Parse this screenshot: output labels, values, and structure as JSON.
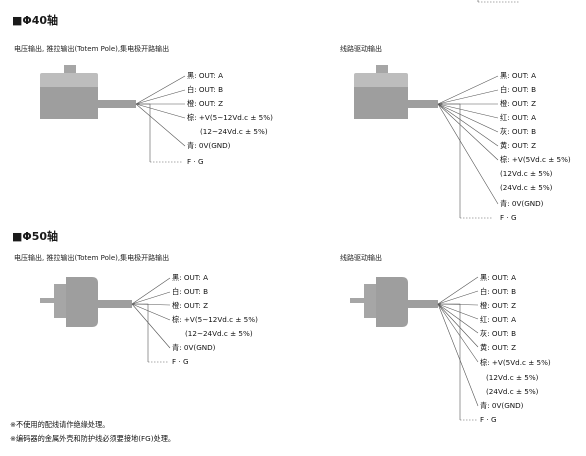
{
  "sections": [
    {
      "title": "■Φ40轴",
      "left": {
        "subtitle": "电压输出, 推拉输出(Totem Pole),集电极开路输出",
        "wires": [
          "黑: OUT: A",
          "白: OUT: B",
          "橙: OUT: Z",
          "棕: +V(5~12Vd.c ± 5%)",
          "(12~24Vd.c ± 5%)",
          "青: 0V(GND)",
          "F · G"
        ]
      },
      "right": {
        "subtitle": "线路驱动输出",
        "wires": [
          "黑: OUT: A",
          "白: OUT: B",
          "橙: OUT: Z",
          "红: OUT: A",
          "灰: OUT: B",
          "黄: OUT: Z",
          "棕: +V(5Vd.c ± 5%)",
          "(12Vd.c ± 5%)",
          "(24Vd.c ± 5%)",
          "青: 0V(GND)",
          "F · G"
        ]
      }
    },
    {
      "title": "■Φ50轴",
      "left": {
        "subtitle": "电压输出, 推拉输出(Totem Pole),集电极开路输出",
        "wires": [
          "黑: OUT: A",
          "白: OUT: B",
          "橙: OUT: Z",
          "棕: +V(5~12Vd.c ± 5%)",
          "(12~24Vd.c ± 5%)",
          "青: 0V(GND)",
          "F · G"
        ]
      },
      "right": {
        "subtitle": "线路驱动输出",
        "wires": [
          "黑: OUT: A",
          "白: OUT: B",
          "橙: OUT: Z",
          "红: OUT: A",
          "灰: OUT: B",
          "黄: OUT: Z",
          "棕: +V(5Vd.c ± 5%)",
          "(12Vd.c ± 5%)",
          "(24Vd.c ± 5%)",
          "青: 0V(GND)",
          "F · G"
        ]
      }
    }
  ],
  "notes": [
    "※不使用的配线请作绝缘处理。",
    "※编码器的金属外壳和防护线必须要接地(FG)处理。"
  ],
  "colors": {
    "body": "#a6a6a6",
    "line": "#555555"
  }
}
